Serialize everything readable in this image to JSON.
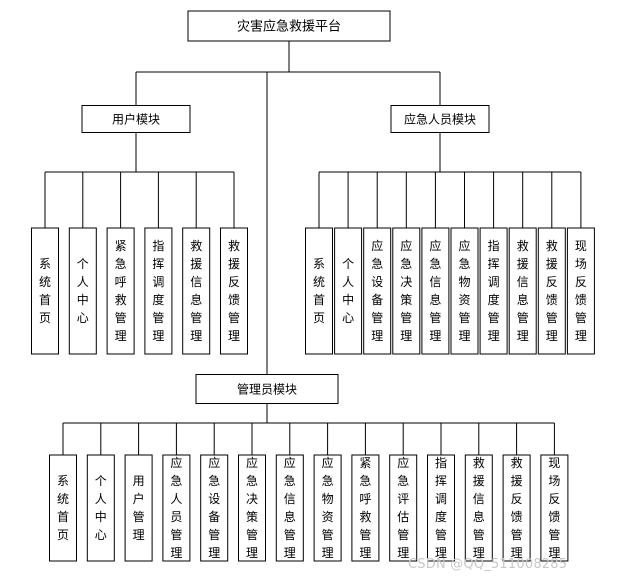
{
  "root": {
    "label": "灾害应急救援平台"
  },
  "modules": [
    {
      "id": "user",
      "label": "用户模块",
      "children": [
        "系统首页",
        "个人中心",
        "紧急呼救管理",
        "指挥调度管理",
        "救援信息管理",
        "救援反馈管理"
      ]
    },
    {
      "id": "responder",
      "label": "应急人员模块",
      "children": [
        "系统首页",
        "个人中心",
        "应急设备管理",
        "应急决策管理",
        "应急信息管理",
        "应急物资管理",
        "指挥调度管理",
        "救援信息管理",
        "救援反馈管理",
        "现场反馈管理"
      ]
    },
    {
      "id": "admin",
      "label": "管理员模块",
      "children": [
        "系统首页",
        "个人中心",
        "用户管理",
        "应急人员管理",
        "应急设备管理",
        "应急决策管理",
        "应急信息管理",
        "应急物资管理",
        "紧急呼救管理",
        "应急评估管理",
        "指挥调度管理",
        "救援信息管理",
        "救援反馈管理",
        "现场反馈管理"
      ]
    }
  ],
  "watermark": "CSDN @QQ_511008285"
}
